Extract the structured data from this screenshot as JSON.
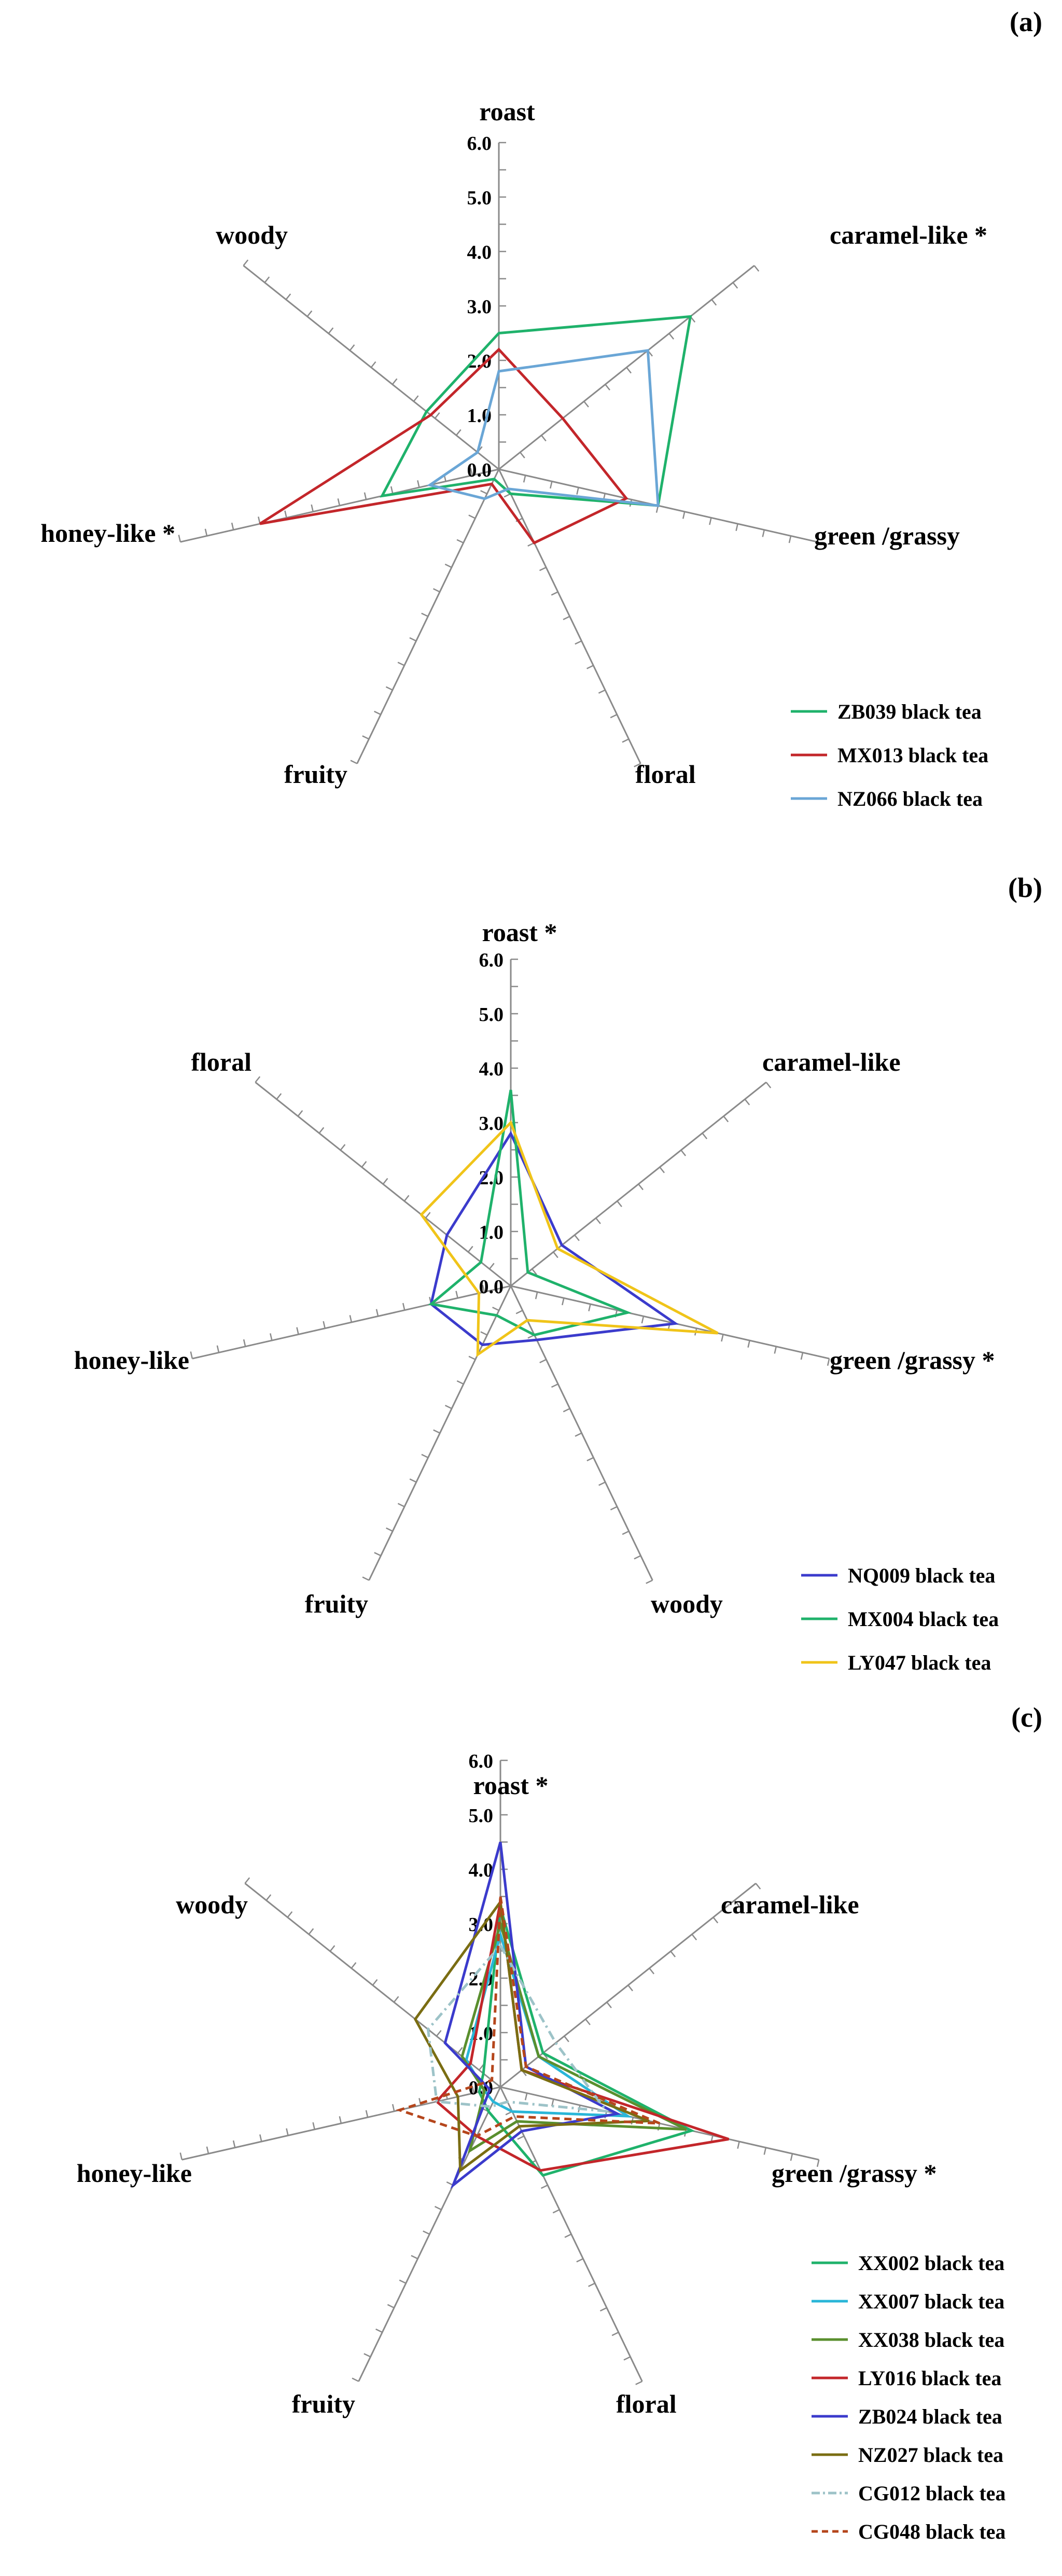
{
  "chart_data": [
    {
      "type": "radar",
      "panel_label": "(a)",
      "axes": [
        "roast",
        "caramel-like *",
        "green /grassy",
        "floral",
        "fruity",
        "honey-like *",
        "woody"
      ],
      "rlim": [
        0,
        6
      ],
      "ticks": [
        "0.0",
        "1.0",
        "2.0",
        "3.0",
        "4.0",
        "5.0",
        "6.0"
      ],
      "legend_position": "bottom-right",
      "series": [
        {
          "name": "ZB039 black tea",
          "color": "#1fb26b",
          "dash": "solid",
          "values": [
            2.5,
            4.5,
            3.0,
            0.5,
            0.2,
            2.2,
            1.7
          ]
        },
        {
          "name": "MX013 black tea",
          "color": "#c3262a",
          "dash": "solid",
          "values": [
            2.2,
            1.5,
            2.4,
            1.5,
            0.3,
            4.5,
            1.6
          ]
        },
        {
          "name": "NZ066 black tea",
          "color": "#6aa6d6",
          "dash": "solid",
          "values": [
            1.8,
            3.5,
            3.0,
            0.4,
            0.6,
            1.3,
            0.5
          ]
        }
      ]
    },
    {
      "type": "radar",
      "panel_label": "(b)",
      "axes": [
        "roast *",
        "caramel-like",
        "green /grassy *",
        "woody",
        "fruity",
        "honey-like",
        "floral"
      ],
      "rlim": [
        0,
        6
      ],
      "ticks": [
        "0.0",
        "1.0",
        "2.0",
        "3.0",
        "4.0",
        "5.0",
        "6.0"
      ],
      "legend_position": "bottom-right",
      "series": [
        {
          "name": "NQ009 black tea",
          "color": "#3b3bcc",
          "dash": "solid",
          "values": [
            2.8,
            1.2,
            3.1,
            1.1,
            1.2,
            1.5,
            1.5
          ]
        },
        {
          "name": "MX004 black tea",
          "color": "#1fb26b",
          "dash": "solid",
          "values": [
            3.6,
            0.4,
            2.2,
            1.0,
            0.6,
            1.5,
            0.7
          ]
        },
        {
          "name": "LY047 black tea",
          "color": "#f0c419",
          "dash": "solid",
          "values": [
            3.0,
            1.1,
            3.9,
            0.7,
            1.4,
            0.6,
            2.1
          ]
        }
      ]
    },
    {
      "type": "radar",
      "panel_label": "(c)",
      "axes": [
        "roast *",
        "caramel-like",
        "green /grassy *",
        "floral",
        "fruity",
        "honey-like",
        "woody"
      ],
      "rlim": [
        0,
        6
      ],
      "ticks": [
        "0.0",
        "1.0",
        "2.0",
        "3.0",
        "4.0",
        "5.0",
        "6.0"
      ],
      "legend_position": "bottom-right",
      "series": [
        {
          "name": "XX002 black tea",
          "color": "#1fb26b",
          "dash": "solid",
          "values": [
            3.3,
            1.0,
            3.6,
            1.8,
            0.5,
            0.4,
            0.4
          ]
        },
        {
          "name": "XX007 black tea",
          "color": "#29b6d8",
          "dash": "solid",
          "values": [
            2.8,
            0.9,
            2.4,
            0.5,
            0.3,
            0.3,
            0.8
          ]
        },
        {
          "name": "XX038 black tea",
          "color": "#5a8f2e",
          "dash": "solid",
          "values": [
            3.0,
            0.9,
            3.5,
            0.7,
            1.3,
            0.3,
            0.9
          ]
        },
        {
          "name": "LY016 black tea",
          "color": "#c3262a",
          "dash": "solid",
          "values": [
            3.4,
            0.5,
            4.3,
            1.7,
            1.0,
            1.2,
            0.7
          ]
        },
        {
          "name": "ZB024 black tea",
          "color": "#3b3bcc",
          "dash": "solid",
          "values": [
            4.5,
            0.6,
            2.2,
            0.9,
            2.0,
            0.2,
            1.3
          ]
        },
        {
          "name": "NZ027 black tea",
          "color": "#7a6d12",
          "dash": "solid",
          "values": [
            3.4,
            0.5,
            2.8,
            0.8,
            1.7,
            0.8,
            2.0
          ]
        },
        {
          "name": "CG012 black tea",
          "color": "#9dc3c8",
          "dash": "dashdot",
          "values": [
            2.6,
            1.3,
            2.0,
            0.3,
            0.4,
            1.2,
            1.7
          ]
        },
        {
          "name": "CG048 black tea",
          "color": "#b5461c",
          "dash": "dash",
          "values": [
            3.5,
            0.6,
            3.0,
            0.6,
            1.0,
            1.9,
            0.2
          ]
        }
      ]
    }
  ]
}
